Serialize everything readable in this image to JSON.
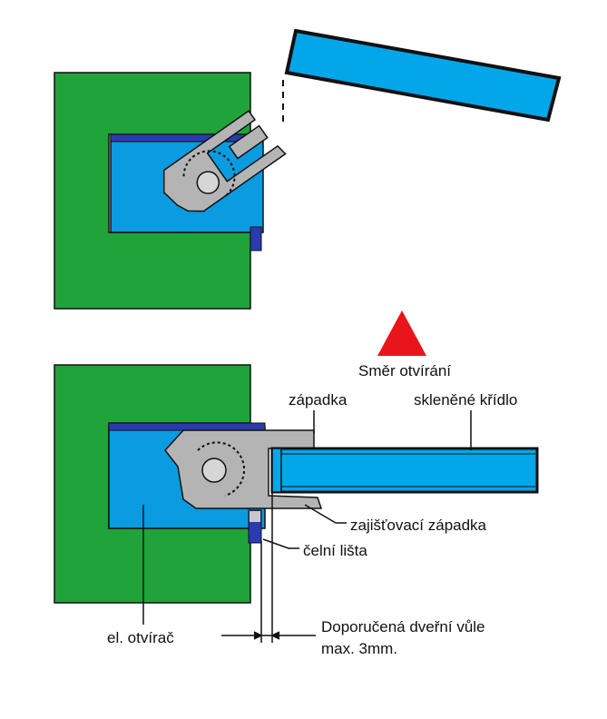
{
  "labels": {
    "direction": "Směr otvírání",
    "strike": "západka",
    "glass_leaf": "skleněné křídlo",
    "locking_strike": "zajišťovací západka",
    "face_plate": "čelní lišta",
    "opener": "el. otvírač",
    "gap_line1": "Doporučená dveřní vůle",
    "gap_line2": "max. 3mm."
  },
  "colors": {
    "frame": "#1fa33a",
    "opener_body": "#0a9be0",
    "face_plate": "#2a3bb0",
    "glass": "#04a6ea",
    "glass_edge": "#111111",
    "latch": "#b4b4b4",
    "arrow": "#e8151b",
    "line": "#111111"
  },
  "icons": {
    "direction_arrow": "triangle-up-icon"
  }
}
